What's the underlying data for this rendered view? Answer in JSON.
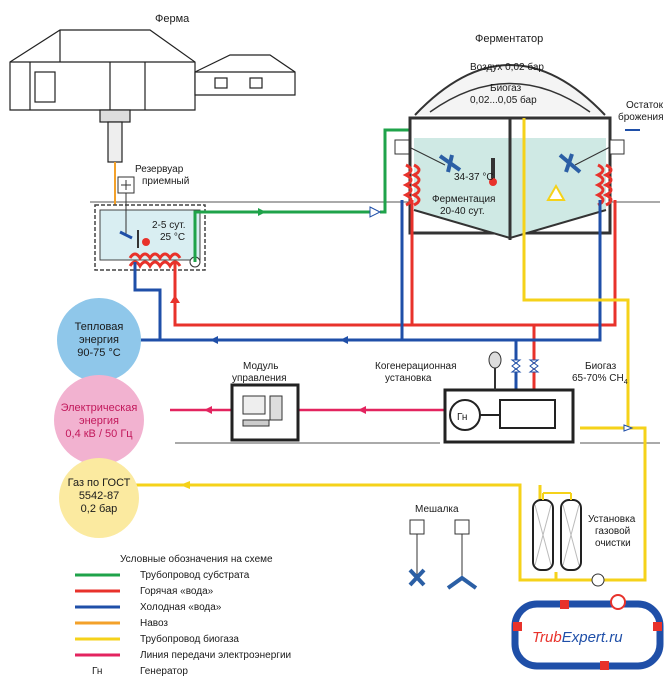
{
  "labels": {
    "farm": "Ферма",
    "fermenter": "Ферментатор",
    "air": "Воздух 0,02 бар",
    "biogas_top_1": "Биогаз",
    "biogas_top_2": "0,02...0,05 бар",
    "residue_1": "Остаток",
    "residue_2": "брожения",
    "reservoir_1": "Резервуар",
    "reservoir_2": "приемный",
    "reservoir_days": "2-5 сут.",
    "reservoir_temp": "25 °C",
    "ferm_temp": "34-37 °C",
    "ferm_time_1": "Ферментация",
    "ferm_time_2": "20-40 сут.",
    "module_1": "Модуль",
    "module_2": "управления",
    "cogen_1": "Когенерационная",
    "cogen_2": "установка",
    "biogas_mid_1": "Биогаз",
    "biogas_mid_2": "65-70% CH",
    "biogas_mid_sub": "4",
    "generator": "Гн",
    "mixer": "Мешалка",
    "cleaning_1": "Установка",
    "cleaning_2": "газовой",
    "cleaning_3": "очистки",
    "watermark_1": "Trub",
    "watermark_2": "Expert.ru"
  },
  "circles": {
    "thermal": [
      "Тепловая",
      "энергия",
      "90-75 °C"
    ],
    "electric": [
      "Электрическая",
      "энергия",
      "0,4 кВ / 50 Гц"
    ],
    "gas": [
      "Газ по ГОСТ",
      "5542-87",
      "0,2 бар"
    ]
  },
  "legend": {
    "title": "Условные обозначения на схеме",
    "items": [
      {
        "label": "Трубопровод субстрата",
        "color": "#1fa34a"
      },
      {
        "label": "Горячая «вода»",
        "color": "#e8322b"
      },
      {
        "label": "Холодная «вода»",
        "color": "#1f4fa8"
      },
      {
        "label": "Навоз",
        "color": "#f3a12a"
      },
      {
        "label": "Трубопровод  биогаза",
        "color": "#f5d21a"
      },
      {
        "label": "Линия передачи электроэнергии",
        "color": "#e3245f"
      }
    ],
    "gen_abbr": "Гн",
    "gen_label": "Генератор"
  },
  "colors": {
    "substrate": "#1fa34a",
    "hot": "#e8322b",
    "cold": "#1f4fa8",
    "manure": "#f3a12a",
    "biogas": "#f5d21a",
    "power": "#e3245f"
  }
}
